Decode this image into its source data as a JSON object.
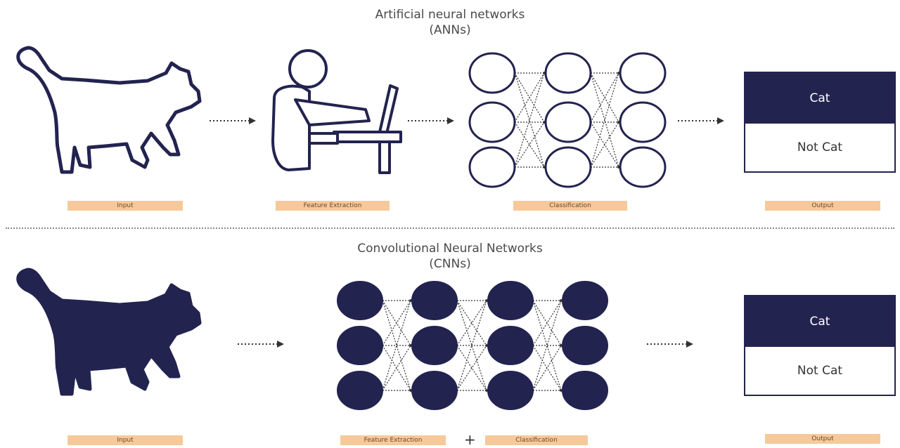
{
  "ann": {
    "title_line1": "Artificial neural networks",
    "title_line2": "(ANNs)",
    "labels": {
      "input": "Input",
      "feature_extraction": "Feature Extraction",
      "classification": "Classification",
      "output": "Output"
    },
    "output_top": "Cat",
    "output_bottom": "Not Cat"
  },
  "cnn": {
    "title_line1": "Convolutional Neural Networks",
    "title_line2": "(CNNs)",
    "labels": {
      "input": "Input",
      "feature_extraction": "Feature Extraction",
      "plus": "+",
      "classification": "Classification",
      "output": "Output"
    },
    "output_top": "Cat",
    "output_bottom": "Not Cat"
  },
  "colors": {
    "navy": "#232350",
    "label_bg": "#f6c99a",
    "outline": "#232350"
  },
  "icons": [
    "cat-outline-icon",
    "person-at-laptop-icon",
    "cat-silhouette-icon",
    "neural-network-icon"
  ]
}
